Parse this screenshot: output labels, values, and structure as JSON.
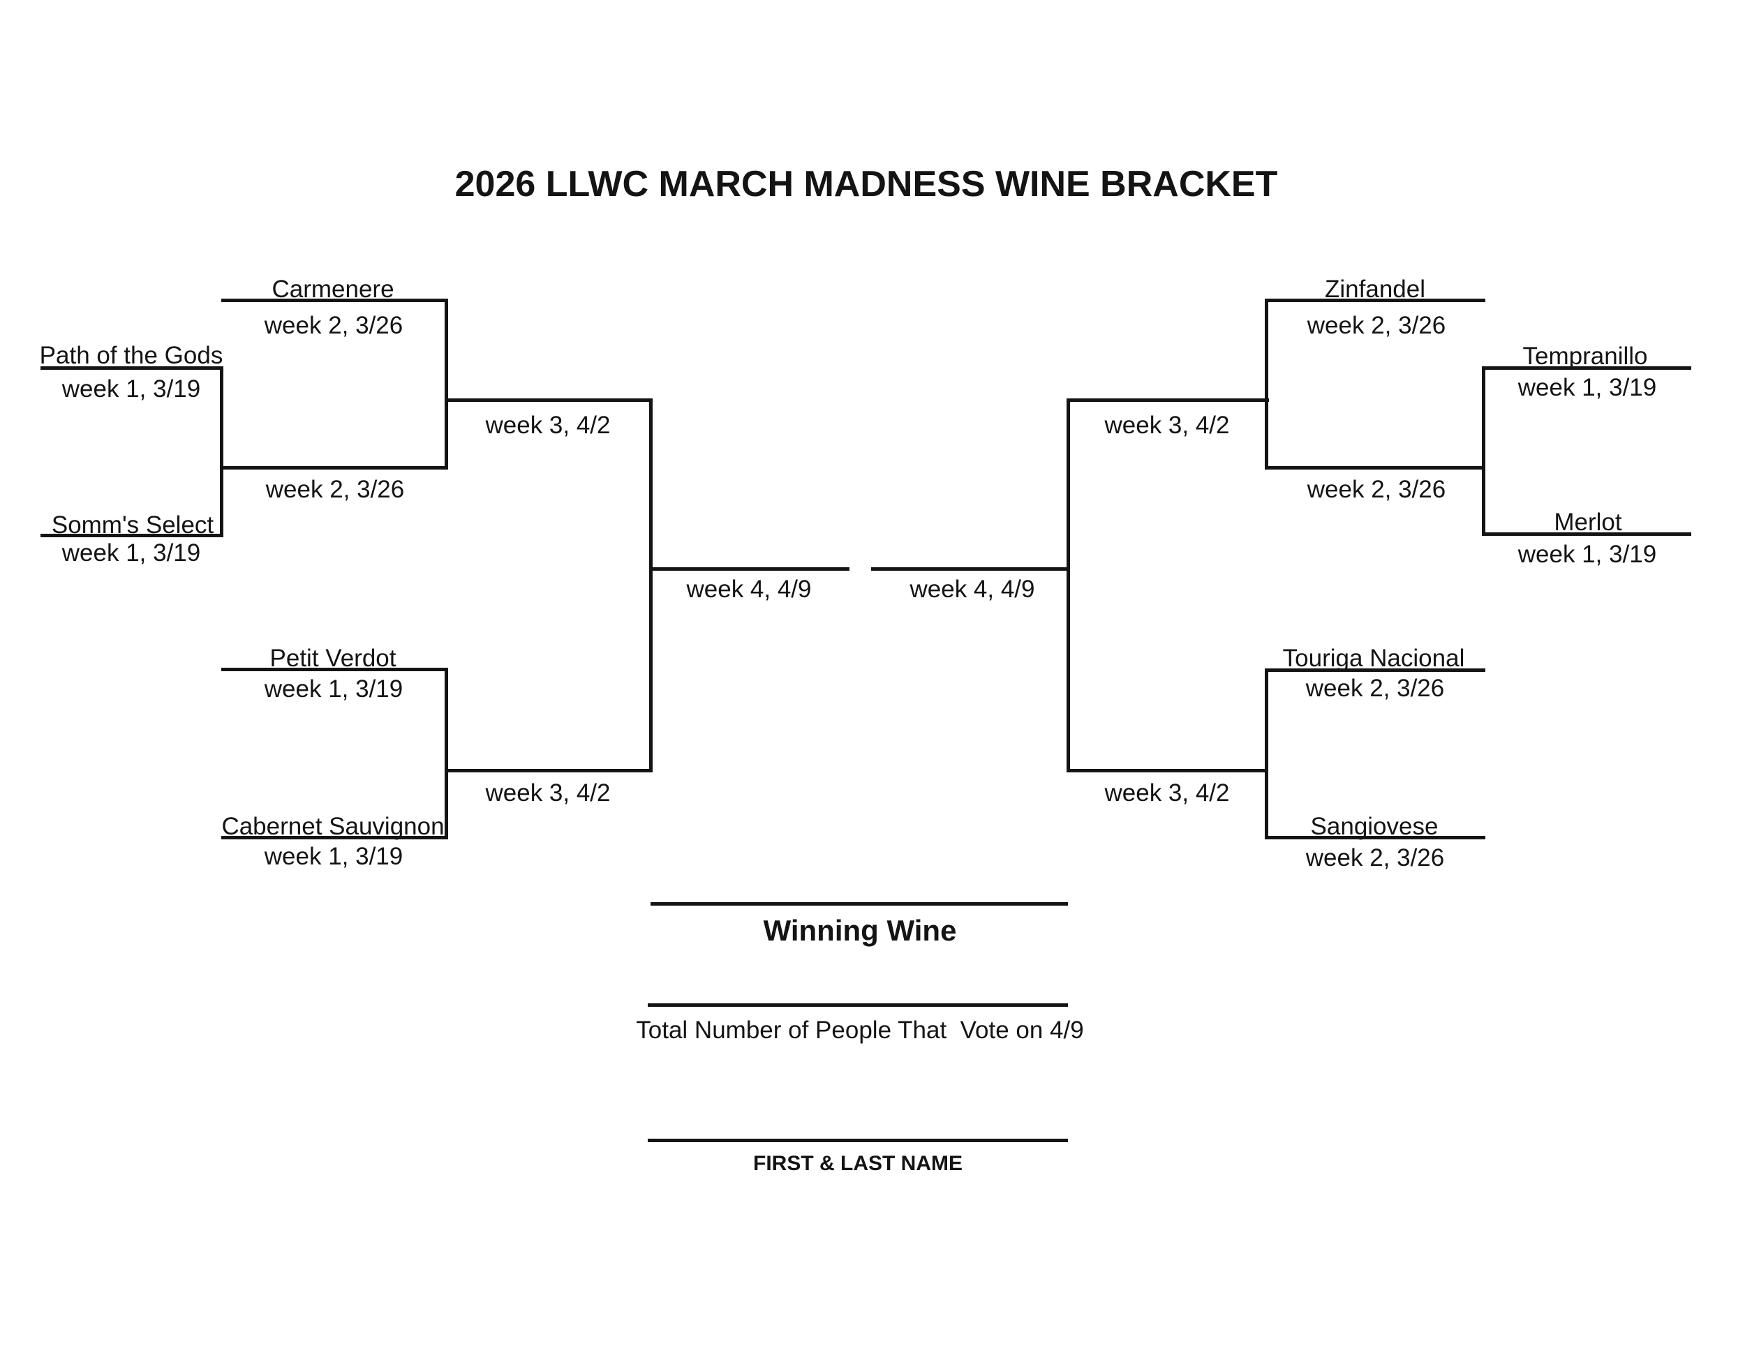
{
  "title": "2026 LLWC MARCH MADNESS WINE BRACKET",
  "left": {
    "top": {
      "seed2": {
        "name": "Carmenere",
        "note": "week 2, 3/26"
      },
      "seed1a": {
        "name": "Path of the Gods",
        "note": "week 1, 3/19"
      },
      "seed1b": {
        "name": "Somm's Select",
        "note": "week 1, 3/19"
      },
      "winner_note": "week 2, 3/26",
      "advance_note": "week 3, 4/2"
    },
    "bottom": {
      "seed1a": {
        "name": "Petit Verdot",
        "note": "week 1, 3/19"
      },
      "seed1b": {
        "name": "Cabernet Sauvignon",
        "note": "week 1, 3/19"
      },
      "advance_note": "week 3, 4/2"
    },
    "final_note": "week 4, 4/9"
  },
  "right": {
    "top": {
      "seed2": {
        "name": "Zinfandel",
        "note": "week 2, 3/26"
      },
      "seed1a": {
        "name": "Tempranillo",
        "note": "week 1, 3/19"
      },
      "seed1b": {
        "name": "Merlot",
        "note": "week 1, 3/19"
      },
      "winner_note": "week 2, 3/26",
      "advance_note": "week 3, 4/2"
    },
    "bottom": {
      "seed2a": {
        "name": "Touriga Nacional",
        "note": "week 2, 3/26"
      },
      "seed2b": {
        "name": "Sangiovese",
        "note": "week 2, 3/26"
      },
      "advance_note": "week 3, 4/2"
    },
    "final_note": "week 4, 4/9"
  },
  "footer": {
    "winner_label": "Winning Wine",
    "total_label": "Total Number of People That  Vote on 4/9",
    "name_label": "FIRST & LAST NAME"
  }
}
